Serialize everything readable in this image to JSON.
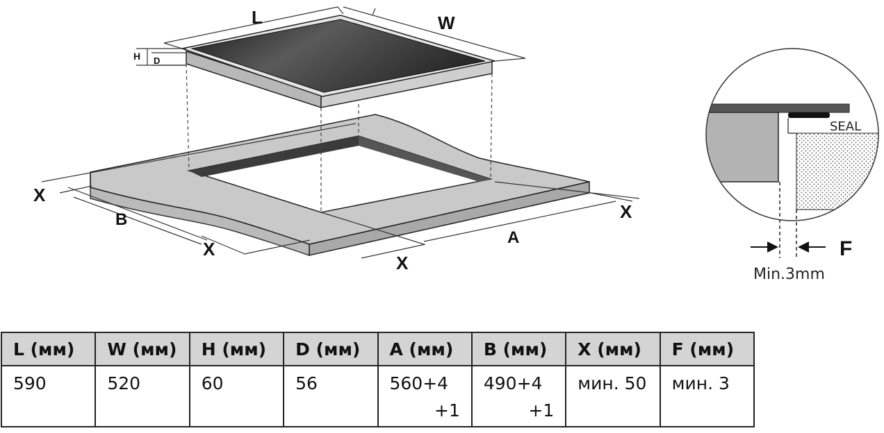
{
  "diagram": {
    "hob_labels": {
      "length": "L",
      "width": "W",
      "height": "H",
      "depth": "D"
    },
    "cutout_labels": {
      "a": "A",
      "b": "B",
      "x_left": "X",
      "x_right": "X",
      "x_front_left": "X",
      "x_front_right": "X"
    },
    "detail": {
      "seal_label": "SEAL",
      "gap_label": "F",
      "gap_note": "Min.3mm"
    }
  },
  "table": {
    "headers": [
      "L (мм)",
      "W (мм)",
      "H (мм)",
      "D (мм)",
      "A (мм)",
      "B (мм)",
      "X (мм)",
      "F (мм)"
    ],
    "row": [
      {
        "main": "590",
        "sub": ""
      },
      {
        "main": "520",
        "sub": ""
      },
      {
        "main": "60",
        "sub": ""
      },
      {
        "main": "56",
        "sub": ""
      },
      {
        "main": "560+4",
        "sub": "+1"
      },
      {
        "main": "490+4",
        "sub": "+1"
      },
      {
        "main": "мин. 50",
        "sub": ""
      },
      {
        "main": "мин. 3",
        "sub": ""
      }
    ]
  }
}
